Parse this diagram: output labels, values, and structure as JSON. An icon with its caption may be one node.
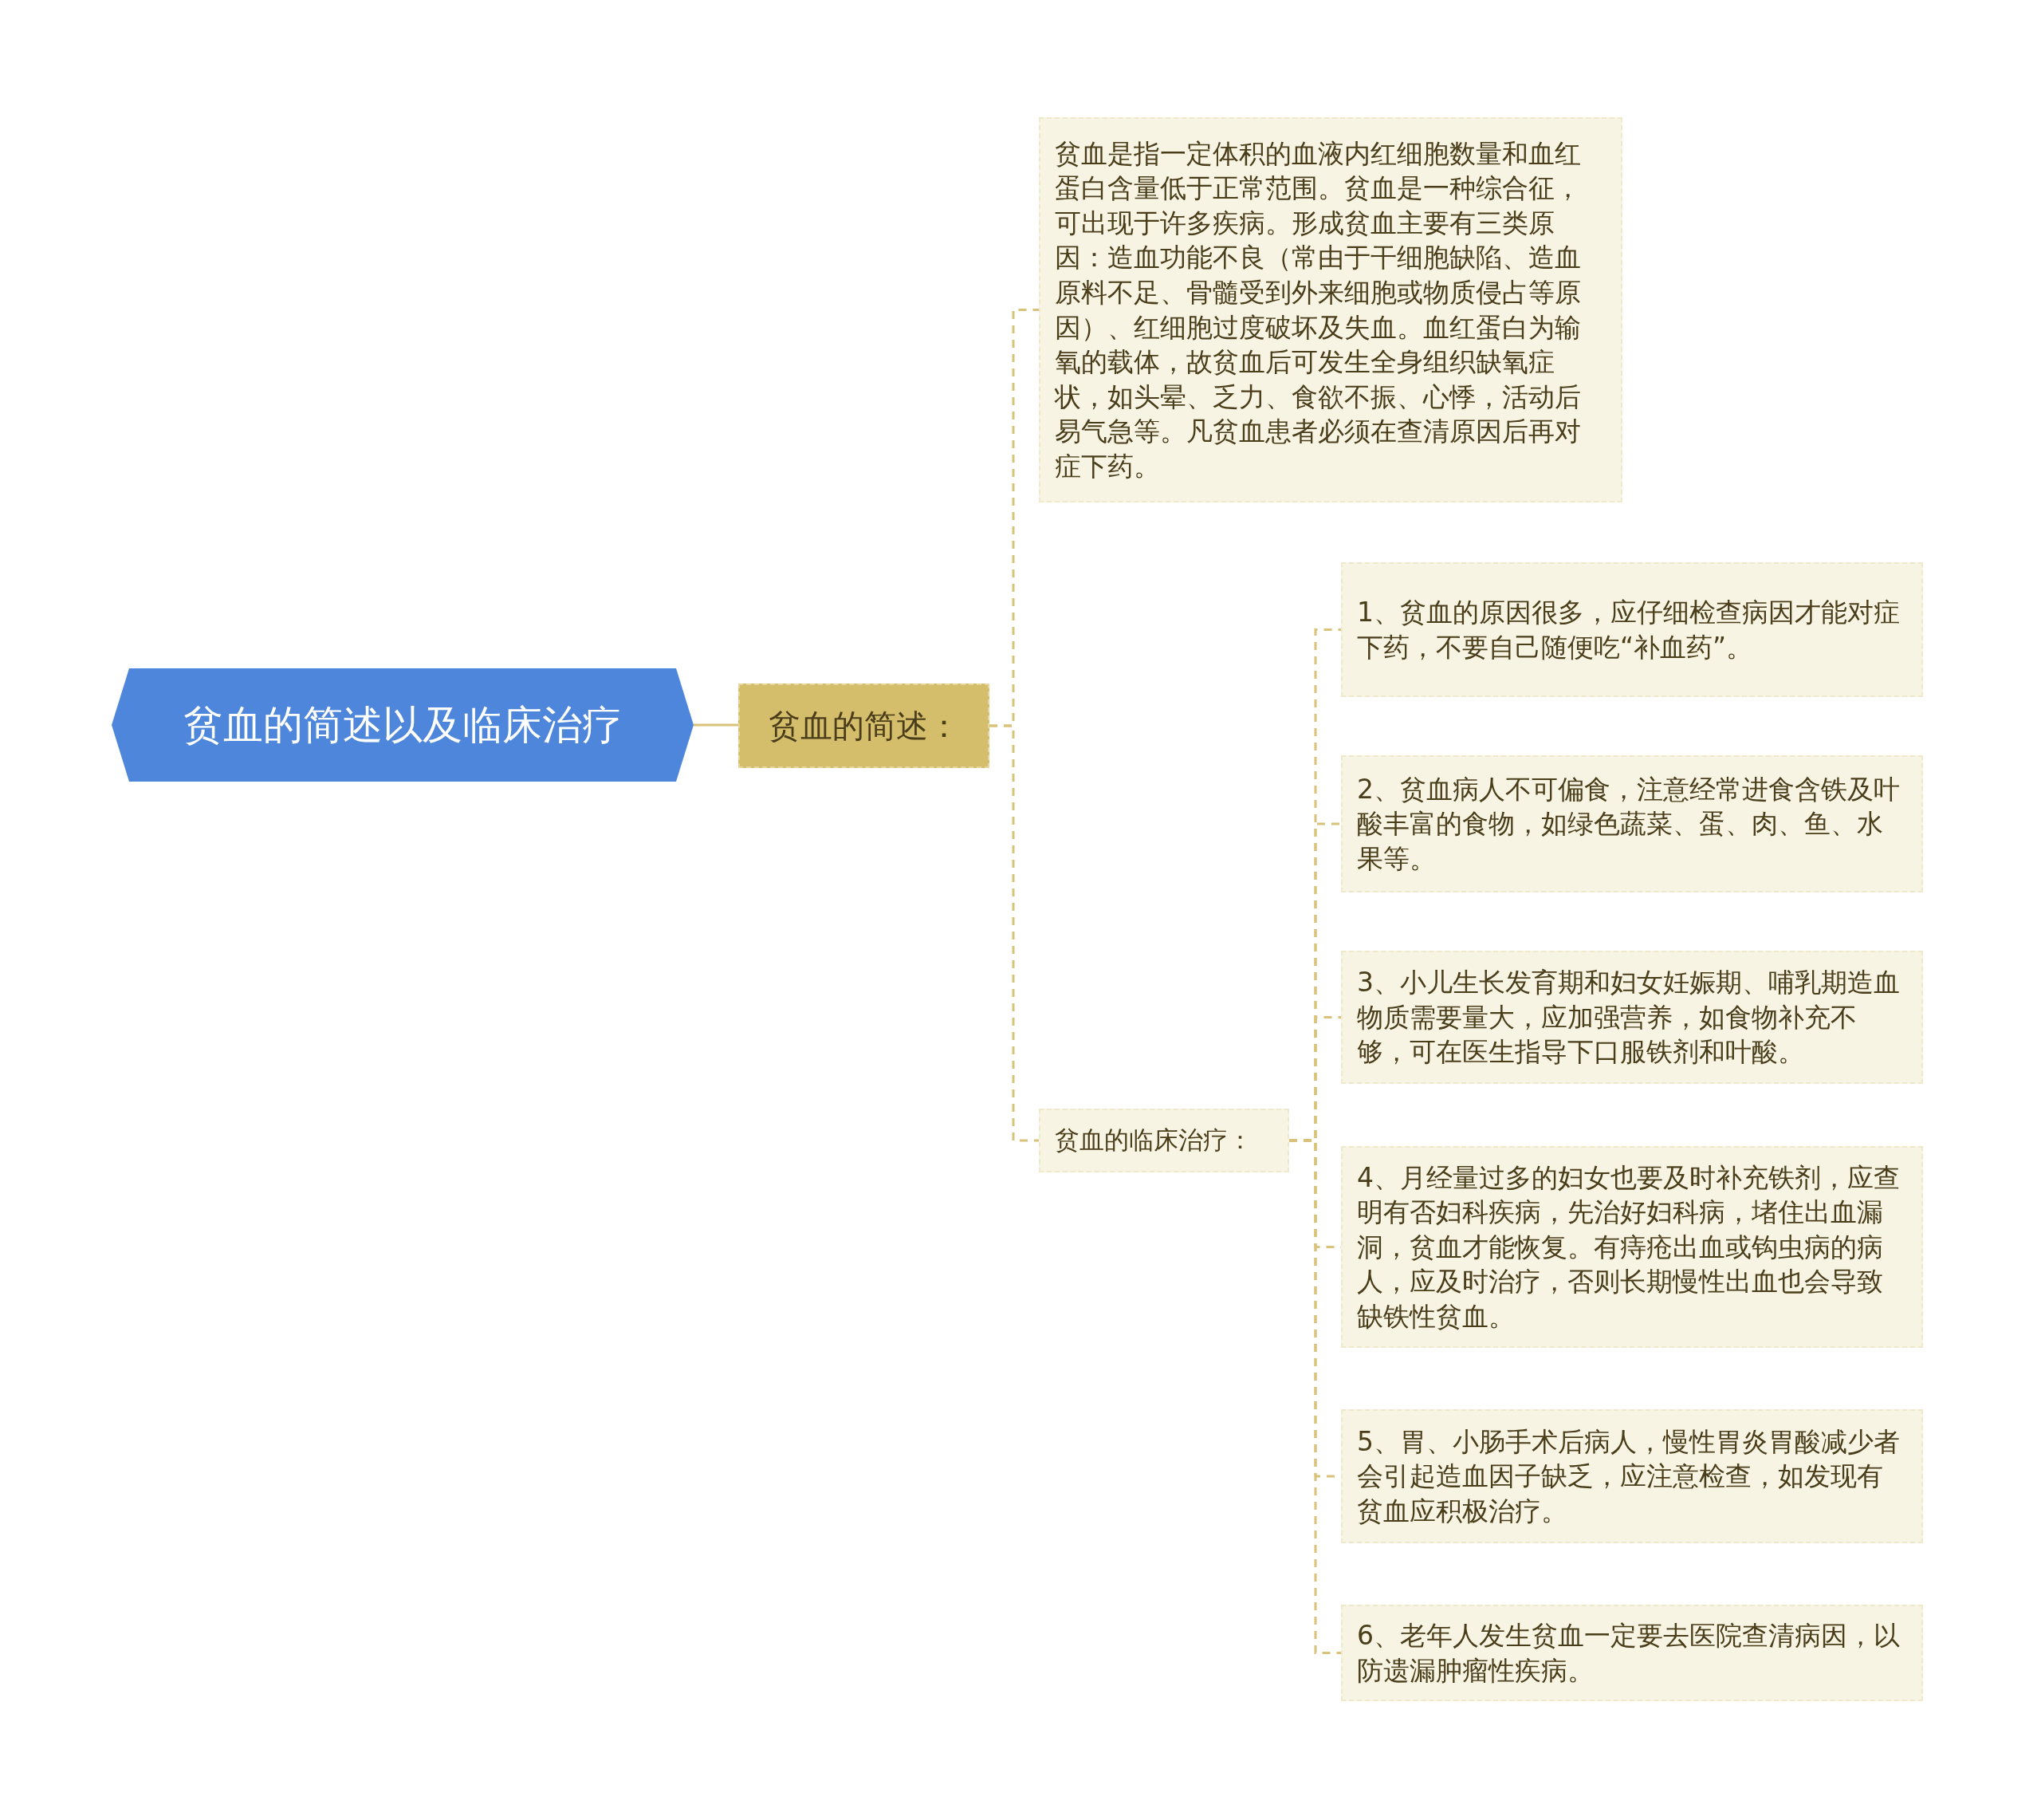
{
  "diagram": {
    "nodes": [
      {
        "text": [
          "贫血的简述以及临床治疗"
        ]
      },
      {
        "text": [
          "贫血的简述："
        ]
      },
      {
        "text": [
          "贫血是指一定体积的血液内红细胞数量和血红蛋白含量低于正常范围。贫血是一种综合征，可出现于许多疾病。形成贫血主要有三类原因：造血功能不良（常由于干细胞缺陷、造血原料不足、骨髓受到外来细胞或物质侵占等原因）、红细胞过度破坏及失血。血红蛋白为输氧的载体，故贫血后可发生全身组织缺氧症状，如头晕、乏力、食欲不振、心悸，活动后易气急等。凡贫血患者必须在查清原因后再对症下药。"
        ]
      },
      {
        "text": [
          "贫血的临床治疗："
        ]
      },
      {
        "text": [
          "1、贫血的原因很多，应仔细检查病因才能对症下药，不要自己随便吃“补血药”。"
        ]
      },
      {
        "text": [
          "2、贫血病人不可偏食，注意经常进食含铁及叶酸丰富的食物，如绿色蔬菜、蛋、肉、鱼、水果等。"
        ]
      },
      {
        "text": [
          "3、小儿生长发育期和妇女妊娠期、哺乳期造血物质需要量大，应加强营养，如食物补充不够，可在医生指导下口服铁剂和叶酸。"
        ]
      },
      {
        "text": [
          "4、月经量过多的妇女也要及时补充铁剂，应查明有否妇科疾病，先治好妇科病，堵住出血漏洞，贫血才能恢复。有痔疮出血或钩虫病的病人，应及时治疗，否则长期慢性出血也会导致缺铁性贫血。"
        ]
      },
      {
        "text": [
          "5、胃、小肠手术后病人，慢性胃炎胃酸减少者会引起造血因子缺乏，应注意检查，如发现有贫血应积极治疗。"
        ]
      },
      {
        "text": [
          "6、老年人发生贫血一定要去医院查清病因，以防遗漏肿瘤性疾病。"
        ]
      }
    ],
    "edges": [
      {
        "from": 0,
        "to": 1,
        "arrow": "none"
      },
      {
        "from": 1,
        "to": 2,
        "arrow": "none",
        "style": "dashed"
      },
      {
        "from": 1,
        "to": 3,
        "arrow": "none",
        "style": "dashed"
      },
      {
        "from": 3,
        "to": 4,
        "arrow": "none",
        "style": "dashed"
      },
      {
        "from": 3,
        "to": 5,
        "arrow": "none",
        "style": "dashed"
      },
      {
        "from": 3,
        "to": 6,
        "arrow": "none",
        "style": "dashed"
      },
      {
        "from": 3,
        "to": 7,
        "arrow": "none",
        "style": "dashed"
      },
      {
        "from": 3,
        "to": 8,
        "arrow": "none",
        "style": "dashed"
      },
      {
        "from": 3,
        "to": 9,
        "arrow": "none",
        "style": "dashed"
      }
    ]
  }
}
